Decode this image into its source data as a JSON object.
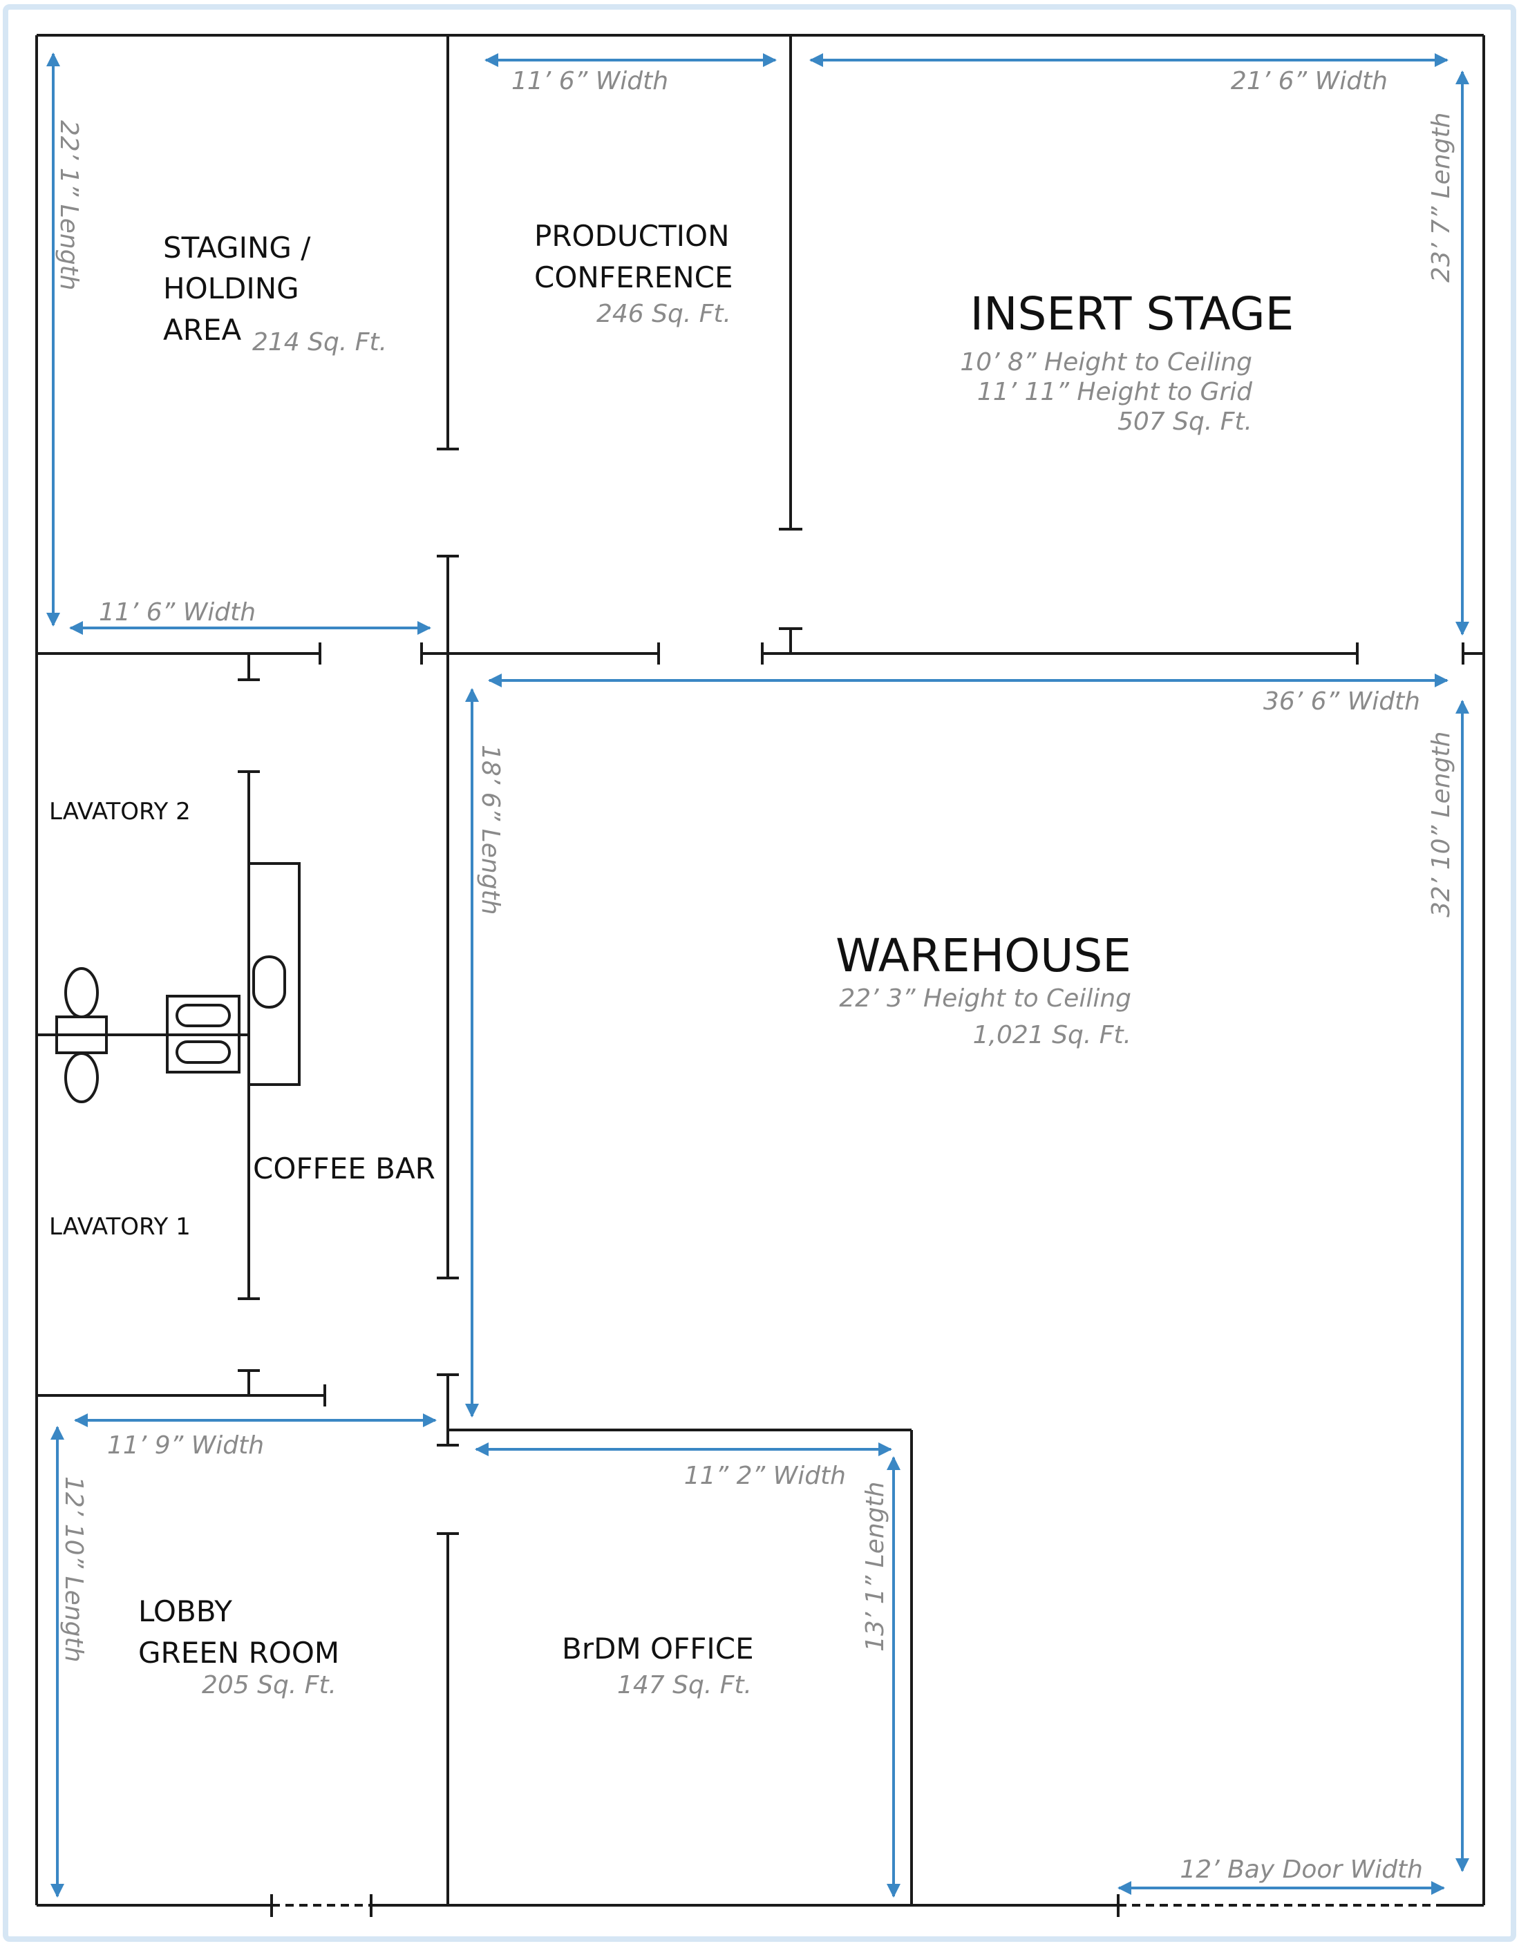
{
  "rooms": {
    "staging": {
      "line1": "STAGING /",
      "line2": "HOLDING",
      "line3": "AREA",
      "area": "214 Sq. Ft."
    },
    "production": {
      "line1": "PRODUCTION",
      "line2": "CONFERENCE",
      "area": "246 Sq. Ft."
    },
    "insert_stage": {
      "name": "INSERT STAGE",
      "ceiling": "10’ 8” Height to Ceiling",
      "grid": "11’ 11”  Height to Grid",
      "area": "507 Sq. Ft."
    },
    "lavatory_2": {
      "name": "LAVATORY 2"
    },
    "lavatory_1": {
      "name": "LAVATORY 1"
    },
    "coffee_bar": {
      "name": "COFFEE BAR"
    },
    "warehouse": {
      "name": "WAREHOUSE",
      "ceiling": "22’ 3”  Height to Ceiling",
      "area": "1,021  Sq. Ft."
    },
    "lobby": {
      "line1": "LOBBY",
      "line2": "GREEN ROOM",
      "area": "205 Sq. Ft."
    },
    "office": {
      "name": "BrDM OFFICE",
      "area": "147 Sq. Ft."
    }
  },
  "dimensions": {
    "staging_length": "22’ 1” Length",
    "staging_width": "11’ 6”  Width",
    "production_width": "11’ 6”  Width",
    "insert_width": "21’ 6”  Width",
    "insert_length": "23’ 7” Length",
    "warehouse_width": "36’ 6”  Width",
    "warehouse_length": "32’ 10”  Length",
    "corridor_length": "18’ 6”  Length",
    "lobby_width": "11’ 9”  Width",
    "lobby_length": "12’ 10” Length",
    "office_width": "11” 2”  Width",
    "office_length": "13’ 1”  Length",
    "bay_door": "12’ Bay Door Width"
  },
  "colors": {
    "walls": "#1a1a1a",
    "dimension_lines": "#3a87c4",
    "labels": "#111111",
    "notes": "#8a8a8a",
    "frame": "#d6e6f4"
  }
}
